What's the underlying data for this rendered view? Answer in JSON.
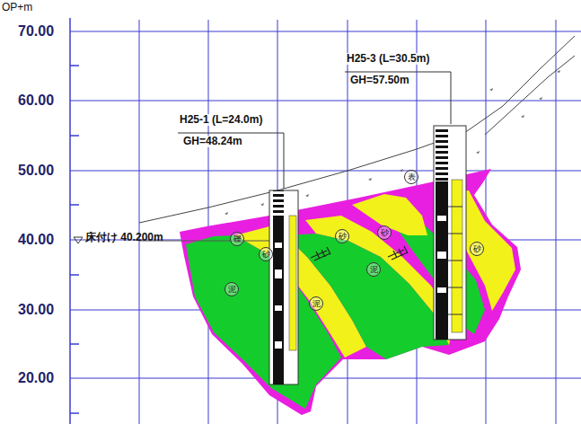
{
  "diagram": {
    "labels": [
      "OP+m",
      "70.00",
      "60.00",
      "50.00",
      "40.00",
      "30.00",
      "20.00",
      "床付け 40.200m",
      "H25-1 (L=24.0m)",
      "GH=48.24m",
      "H25-3 (L=30.5m)",
      "GH=57.50m",
      "表",
      "砂",
      "砂",
      "砂",
      "砂",
      "泥",
      "泥",
      "泥",
      "礫"
    ]
  }
}
